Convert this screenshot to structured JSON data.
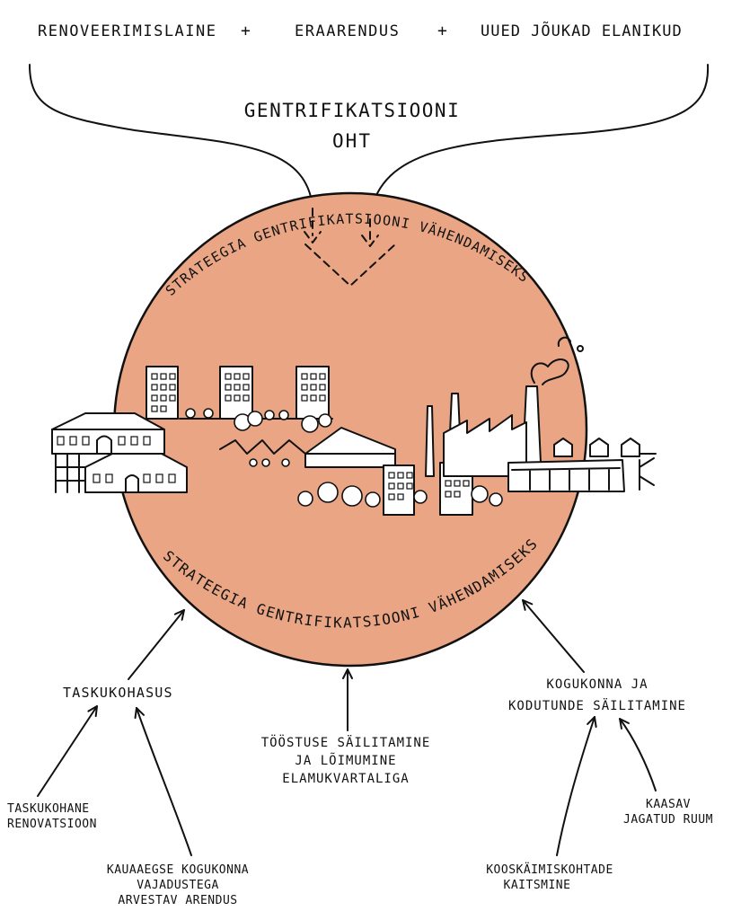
{
  "header": {
    "term1": "Renoveerimislaine",
    "plus1": "+",
    "term2": "eraarendus",
    "plus2": "+",
    "term3": "uued jõukad elanikud"
  },
  "threat": {
    "line1": "Gentrifikatsiooni",
    "line2": "oht"
  },
  "circle": {
    "fill": "#eaa684",
    "top_arc_label": "Strateegia gentrifikatsiooni vähendamiseks",
    "bottom_arc_label": "Strateegia gentrifikatsiooni vähendamiseks"
  },
  "strategies": {
    "affordability": "Taskukohasus",
    "industry": [
      "Tööstuse säilitamine",
      "ja lõimumine",
      "elamukvartaliga"
    ],
    "community": [
      "Kogukonna ja",
      "kodutunde säilitamine"
    ]
  },
  "sub_strategies": {
    "affordable_renovation": [
      "Taskukohane",
      "renovatsioon"
    ],
    "community_needs": [
      "Kauaaegse kogukonna",
      "vajadustega",
      "arvestav arendus"
    ],
    "meeting_places": [
      "Kooskäimiskohtade",
      "kaitsmine"
    ],
    "shared_space": [
      "Kaasav",
      "jagatud ruum"
    ]
  }
}
